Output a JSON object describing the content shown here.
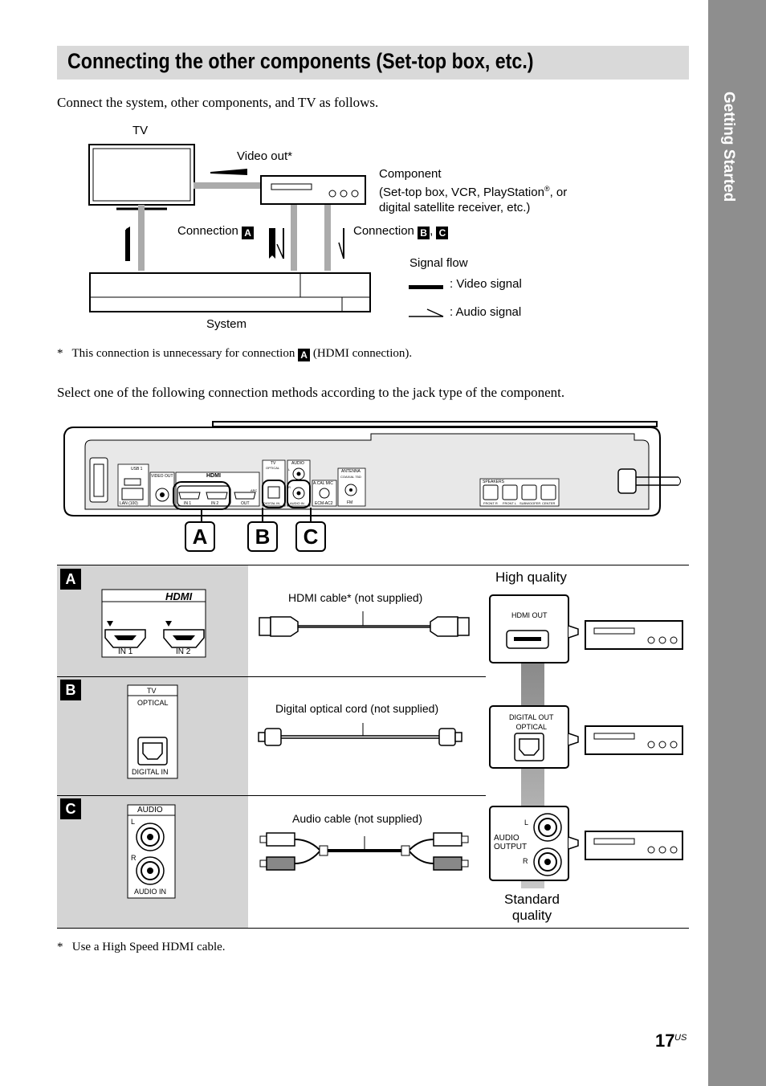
{
  "sidebar": {
    "section": "Getting Started"
  },
  "title": "Connecting the other components (Set-top box, etc.)",
  "intro": "Connect the system, other components, and TV as follows.",
  "diagram": {
    "tv": "TV",
    "video_out": "Video out",
    "asterisk": "*",
    "component_line1": "Component",
    "component_line2_a": "(Set-top box, VCR, PlayStation",
    "registered": "®",
    "component_line2_b": ", or",
    "component_line3": "digital satellite receiver, etc.)",
    "connection_a": "Connection ",
    "badge_a": "A",
    "connection_bc": "Connection ",
    "badge_b": "B",
    "comma": ", ",
    "badge_c": "C",
    "signal_flow": "Signal flow",
    "video_signal": ": Video signal",
    "audio_signal": ": Audio signal",
    "system": "System"
  },
  "footnote1": {
    "star": "*",
    "text_a": "This connection is unnecessary for connection ",
    "badge": "A",
    "text_b": " (HDMI connection)."
  },
  "select_text": "Select one of the following connection methods according to the jack type of the component.",
  "rear_panel": {
    "usb": "USB 1",
    "lan": "LAN (100)",
    "video_out": "VIDEO OUT",
    "hdmi": "HDMI",
    "in1": "IN 1",
    "in2": "IN 2",
    "out": "OUT",
    "arc": "ARC",
    "tv": "TV",
    "optical": "OPTICAL",
    "digital_in": "DIGITAL IN",
    "audio": "AUDIO",
    "l": "L",
    "r": "R",
    "audio_in": "AUDIO IN",
    "acal_mic": "A.CAL MIC",
    "ecm_ac2": "ECM-AC2",
    "antenna": "ANTENNA",
    "coaxial": "COAXIAL 75Ω",
    "fm": "FM",
    "speakers": "SPEAKERS",
    "front_r": "FRONT R",
    "front_l": "FRONT L",
    "subwoofer": "SUBWOOFER",
    "center": "CENTER",
    "label_a": "A",
    "label_b": "B",
    "label_c": "C"
  },
  "table": {
    "high_quality": "High quality",
    "standard_quality_1": "Standard",
    "standard_quality_2": "quality",
    "row_a": {
      "badge": "A",
      "hdmi_logo": "HDMI",
      "in1": "IN 1",
      "in2": "IN 2",
      "cable_a": "HDMI cable",
      "star": "*",
      "cable_b": " (not supplied)",
      "out_label": "HDMI OUT"
    },
    "row_b": {
      "badge": "B",
      "tv": "TV",
      "optical": "OPTICAL",
      "digital_in": "DIGITAL IN",
      "cable": "Digital optical cord (not supplied)",
      "out_1": "DIGITAL OUT",
      "out_2": "OPTICAL"
    },
    "row_c": {
      "badge": "C",
      "audio": "AUDIO",
      "l": "L",
      "r": "R",
      "audio_in": "AUDIO IN",
      "cable": "Audio cable (not supplied)",
      "out_l": "L",
      "out_r": "R",
      "out_1": "AUDIO",
      "out_2": "OUTPUT"
    }
  },
  "footnote2": {
    "star": "*",
    "text": "Use a High Speed HDMI cable."
  },
  "page": {
    "number": "17",
    "suffix": "US"
  }
}
